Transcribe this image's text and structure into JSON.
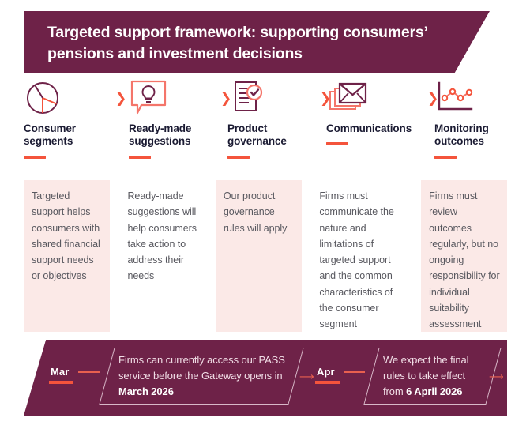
{
  "header": {
    "title": "Targeted support framework: supporting consumers’\npensions and investment decisions",
    "background_color": "#6e2248"
  },
  "colors": {
    "brand_purple": "#6e2248",
    "accent_coral": "#f4543c",
    "panel_pink": "#fbe9e7",
    "body_text": "#58585f",
    "heading_text": "#1b1b33"
  },
  "steps": [
    {
      "icon": "pie-chart-icon",
      "label": "Consumer\nsegments",
      "body": "Targeted support helps consumers with shared financial support needs or objectives",
      "shaded": true
    },
    {
      "icon": "lightbulb-speech-bubble-icon",
      "label": "Ready-made\nsuggestions",
      "body": "Ready-made suggestions will help consumers take action to address their needs",
      "shaded": false
    },
    {
      "icon": "document-check-icon",
      "label": "Product\ngovernance",
      "body": "Our product governance rules will apply",
      "shaded": true
    },
    {
      "icon": "envelope-stack-icon",
      "label": "Communications",
      "body": "Firms must communicate the nature and limitations of targeted support and the common characteristics of the consumer segment",
      "shaded": false
    },
    {
      "icon": "line-chart-icon",
      "label": "Monitoring\noutcomes",
      "body": "Firms must review outcomes regularly, but no ongoing responsibility for individual suitability assessment",
      "shaded": true
    }
  ],
  "step_separators": [
    "chevron-right-icon",
    "chevron-right-icon",
    "chevron-right-icon",
    "chevron-right-icon"
  ],
  "timeline": {
    "milestones": [
      {
        "month": "Mar",
        "text_prefix": "Firms can currently access our PASS service before the Gateway opens in ",
        "text_bold": "March 2026"
      },
      {
        "month": "Apr",
        "text_prefix": "We expect the final rules to take effect from ",
        "text_bold": "6 April 2026"
      }
    ]
  }
}
